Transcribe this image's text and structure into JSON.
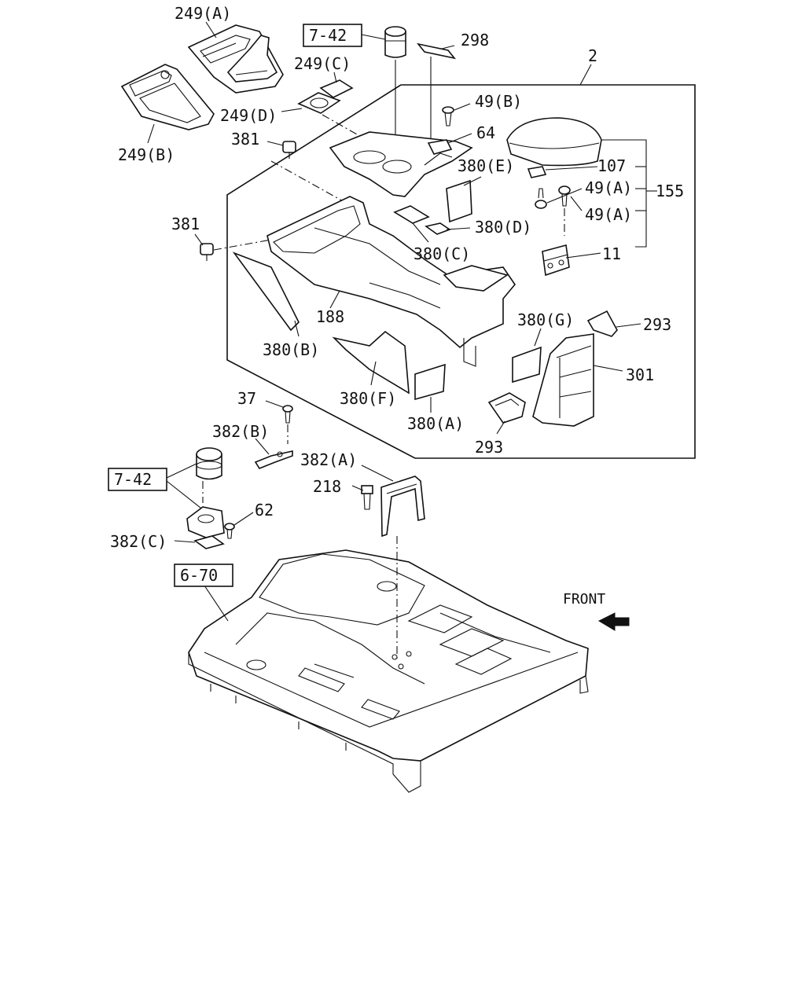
{
  "labels": {
    "l249A": "249(A)",
    "l249C": "249(C)",
    "l249D": "249(D)",
    "l249B": "249(B)",
    "l298": "298",
    "l2": "2",
    "l49B": "49(B)",
    "l64": "64",
    "l381a": "381",
    "l380E": "380(E)",
    "l107": "107",
    "l49A1": "49(A)",
    "l155": "155",
    "l49A2": "49(A)",
    "l381b": "381",
    "l380D": "380(D)",
    "l380C": "380(C)",
    "l11": "11",
    "l188": "188",
    "l380G": "380(G)",
    "l293a": "293",
    "l380B": "380(B)",
    "l301": "301",
    "l380F": "380(F)",
    "l37": "37",
    "l380A": "380(A)",
    "l293b": "293",
    "l382B": "382(B)",
    "l382A": "382(A)",
    "l218": "218",
    "l62": "62",
    "l382C": "382(C)",
    "front": "FRONT"
  },
  "references": {
    "ref742a": "7-42",
    "ref742b": "7-42",
    "ref670": "6-70"
  }
}
